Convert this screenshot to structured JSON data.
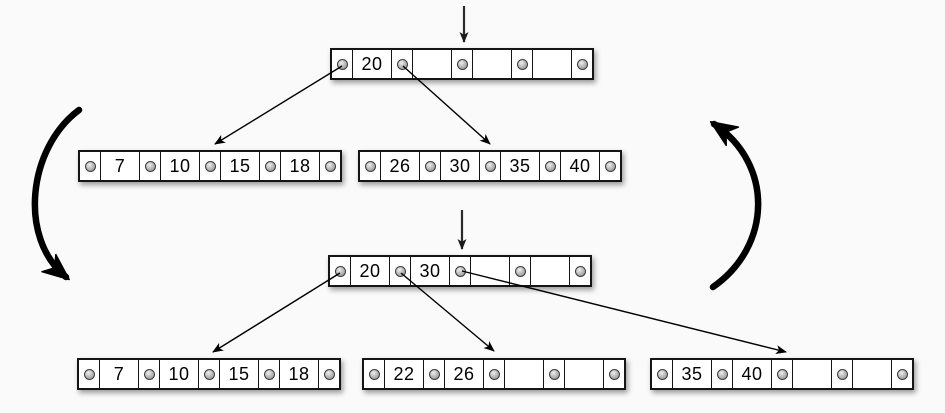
{
  "palette": {
    "background": "#fafafa",
    "node_fill": "#ffffff",
    "node_border": "#151515",
    "arrow_color": "#000000",
    "dot_fill": "#bcbcbc"
  },
  "icons": {
    "pointer_dot": "pointer-dot-icon",
    "insert_cursor_top": "down-arrow-icon",
    "insert_cursor_bottom": "down-arrow-icon",
    "cycle_left": "curved-arrow-down-icon",
    "cycle_right": "curved-arrow-up-icon"
  },
  "nodes": [
    {
      "name": "top-root",
      "keys": [
        "20",
        "",
        "",
        ""
      ]
    },
    {
      "name": "top-left-child",
      "keys": [
        "7",
        "10",
        "15",
        "18"
      ]
    },
    {
      "name": "top-right-child",
      "keys": [
        "26",
        "30",
        "35",
        "40"
      ]
    },
    {
      "name": "bottom-root",
      "keys": [
        "20",
        "30",
        "",
        ""
      ]
    },
    {
      "name": "bottom-left-child",
      "keys": [
        "7",
        "10",
        "15",
        "18"
      ]
    },
    {
      "name": "bottom-middle-child",
      "keys": [
        "22",
        "26",
        "",
        ""
      ]
    },
    {
      "name": "bottom-right-child",
      "keys": [
        "35",
        "40",
        "",
        ""
      ]
    }
  ]
}
